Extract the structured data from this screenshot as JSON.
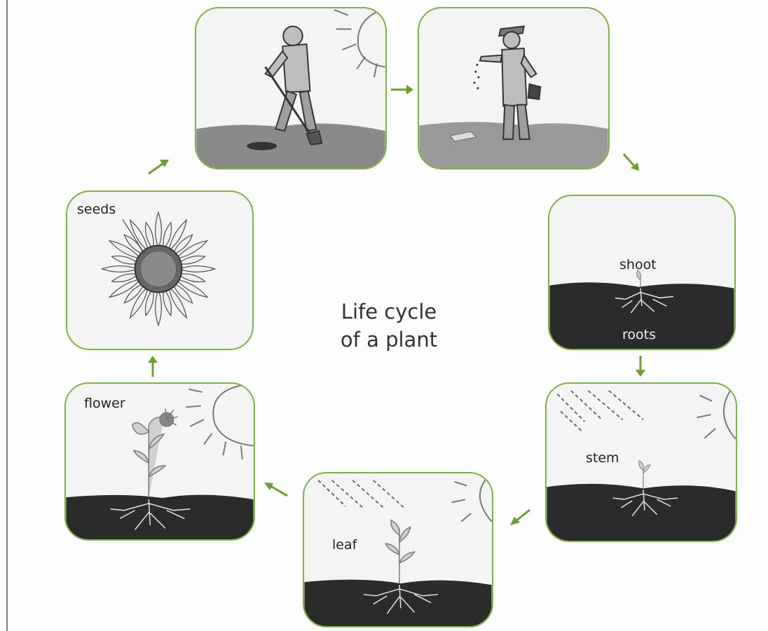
{
  "title": {
    "line1": "Life cycle",
    "line2": "of a plant"
  },
  "labels": {
    "seeds": "seeds",
    "shoot": "shoot",
    "roots": "roots",
    "stem": "stem",
    "leaf": "leaf",
    "flower": "flower"
  },
  "colors": {
    "border": "#7cb342",
    "arrow": "#6a9f2e",
    "soil": "#2b2b2b"
  }
}
